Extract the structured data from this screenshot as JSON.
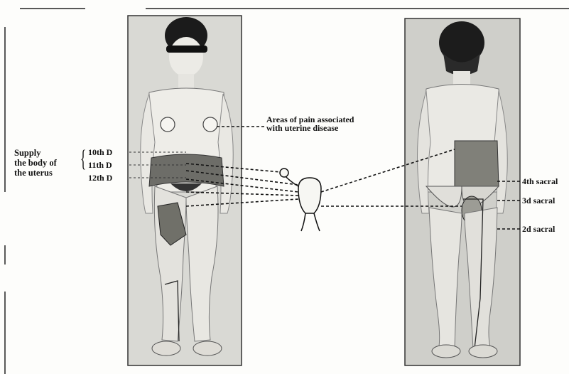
{
  "labels": {
    "supply": [
      "Supply",
      "the body of",
      "the uterus"
    ],
    "dorsal": [
      "10th D",
      "11th D",
      "12th D"
    ],
    "pain": [
      "Areas of pain associated",
      "with uterine disease"
    ],
    "sacral": [
      "4th sacral",
      "3d sacral",
      "2d sacral"
    ]
  },
  "colors": {
    "paper": "#fdfdfb",
    "plate_front": "#d9d9d4",
    "plate_back": "#cfcfca",
    "ink": "#111111",
    "shade": "#5a5a56"
  },
  "icons": {
    "front_figure": "female-figure-front-icon",
    "back_figure": "female-figure-back-icon",
    "uterus": "uterus-diagram-icon"
  }
}
